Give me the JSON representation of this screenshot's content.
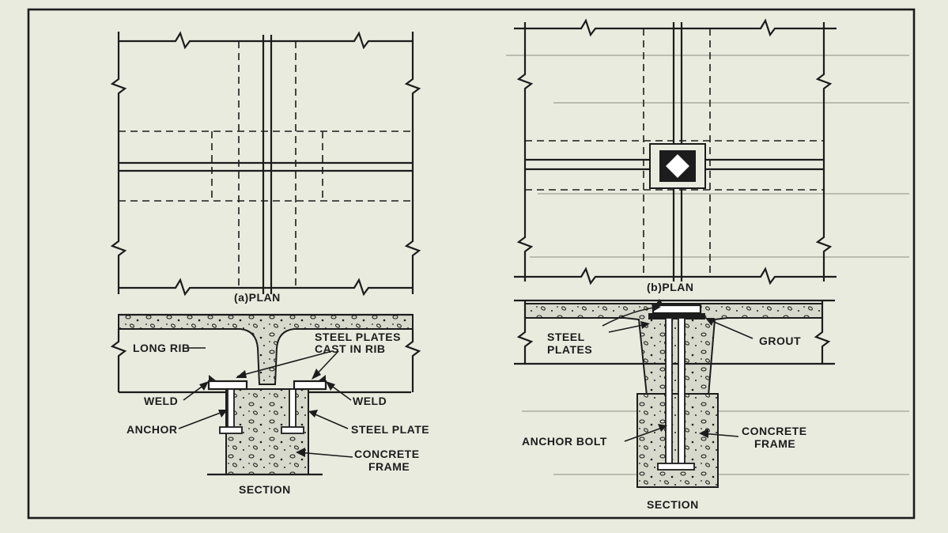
{
  "figure_a": {
    "plan_label": "(a)PLAN",
    "section_label": "SECTION",
    "labels": {
      "long_rib": "LONG RIB",
      "steel_plates_cast_in_rib_line1": "STEEL PLATES",
      "steel_plates_cast_in_rib_line2": "CAST IN RIB",
      "weld_left": "WELD",
      "weld_right": "WELD",
      "anchor": "ANCHOR",
      "steel_plate": "STEEL PLATE",
      "concrete_frame_line1": "CONCRETE",
      "concrete_frame_line2": "FRAME"
    }
  },
  "figure_b": {
    "plan_label": "(b)PLAN",
    "section_label": "SECTION",
    "labels": {
      "steel_plates_line1": "STEEL",
      "steel_plates_line2": "PLATES",
      "grout": "GROUT",
      "anchor_bolt": "ANCHOR BOLT",
      "concrete_frame_line1": "CONCRETE",
      "concrete_frame_line2": "FRAME"
    }
  },
  "colors": {
    "paper": "#e9ebdf",
    "ink": "#1c1c1c",
    "concrete": "#d7d9cc"
  }
}
